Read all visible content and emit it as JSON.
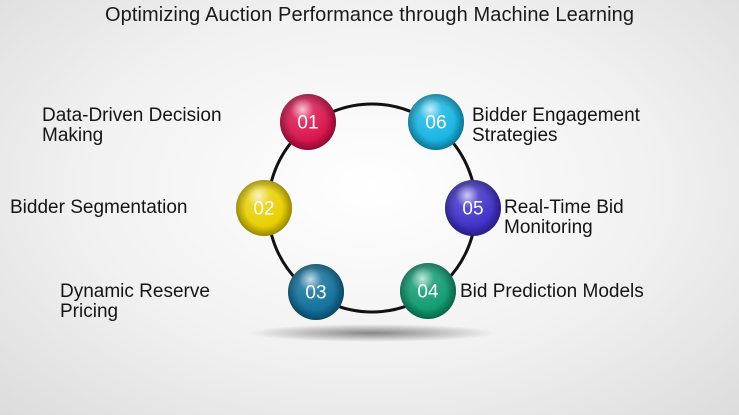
{
  "title": "Optimizing Auction Performance through Machine Learning",
  "steps": [
    {
      "number": "01",
      "label_line1": "Data-Driven Decision",
      "label_line2": "Making",
      "color": "#d8124d"
    },
    {
      "number": "02",
      "label_line1": "Bidder Segmentation",
      "label_line2": "",
      "color": "#e9cf00"
    },
    {
      "number": "03",
      "label_line1": "Dynamic Reserve",
      "label_line2": "Pricing",
      "color": "#0f6f9a"
    },
    {
      "number": "04",
      "label_line1": "Bid Prediction Models",
      "label_line2": "",
      "color": "#0f9a6f"
    },
    {
      "number": "05",
      "label_line1": "Real-Time Bid",
      "label_line2": "Monitoring",
      "color": "#3e2fc7"
    },
    {
      "number": "06",
      "label_line1": "Bidder Engagement",
      "label_line2": "Strategies",
      "color": "#16b4e2"
    }
  ]
}
